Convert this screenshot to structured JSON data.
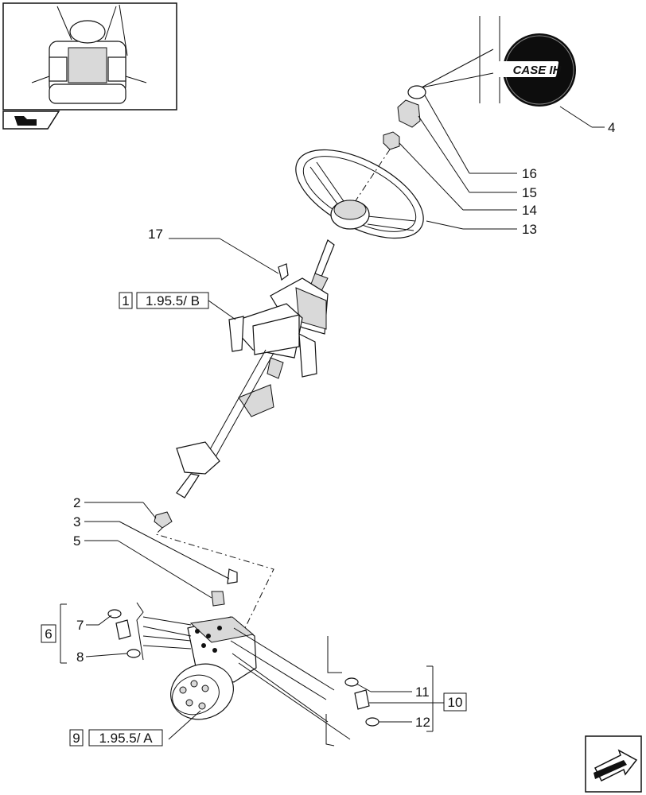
{
  "logo": {
    "text": "CASE IH"
  },
  "callouts": {
    "c1_num": "1",
    "c1_ref": "1.95.5/ B",
    "c2": "2",
    "c3": "3",
    "c4": "4",
    "c5": "5",
    "c6": "6",
    "c7": "7",
    "c8": "8",
    "c9_num": "9",
    "c9_ref": "1.95.5/ A",
    "c10": "10",
    "c11": "11",
    "c12": "12",
    "c13": "13",
    "c14": "14",
    "c15": "15",
    "c16": "16",
    "c17": "17"
  },
  "icons": {
    "thumbnail": "tractor-cab-thumbnail-icon",
    "nav": "next-page-arrow-icon",
    "back": "section-back-arrow-icon"
  }
}
